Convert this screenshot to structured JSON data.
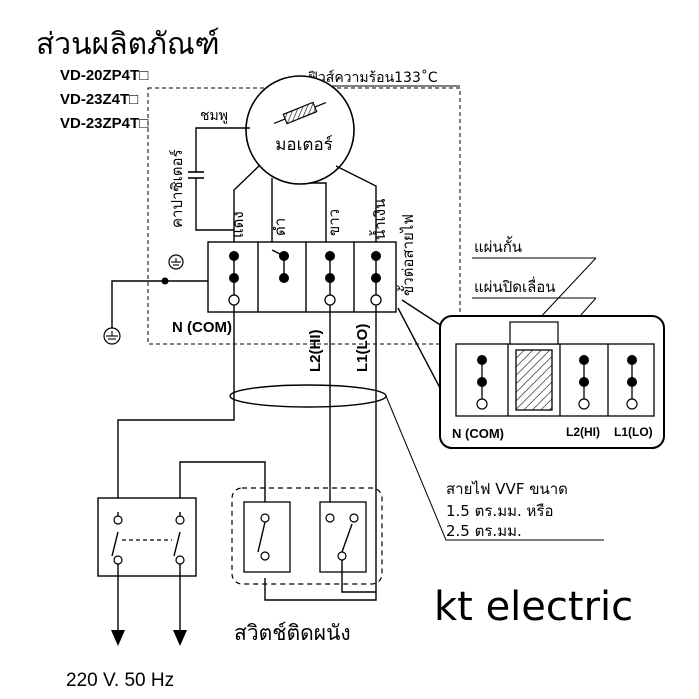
{
  "title": "ส่วนผลิตภัณฑ์",
  "models": [
    "VD-20ZP4T□",
    "VD-23Z4T□",
    "VD-23ZP4T□"
  ],
  "thermal_fuse": "ฟิวส์ความร้อน133˚C",
  "motor": "มอเตอร์",
  "capacitor": "คาปาซิเตอร์",
  "wire_colors": {
    "pink": "ชมพู",
    "red": "แดง",
    "black": "ดำ",
    "white": "ขาว",
    "blue": "น้ำเงิน"
  },
  "terminal_block": "ขั้วต่อสายไฟ",
  "terminals": {
    "com": "N (COM)",
    "hi": "L2(HI)",
    "lo": "L1(LO)"
  },
  "inset": {
    "partition": "แผ่นกั้น",
    "slide_cover": "แผ่นปิดเลื่อน",
    "com": "N (COM)",
    "hi": "L2(HI)",
    "lo": "L1(LO)"
  },
  "cable": {
    "line1": "สายไฟ VVF ขนาด",
    "line2": "1.5 ตร.มม. หรือ",
    "line3": "2.5 ตร.มม."
  },
  "wall_switch": "สวิตช์ติดผนัง",
  "power": "220 V. 50 Hz",
  "watermark": "kt electric"
}
